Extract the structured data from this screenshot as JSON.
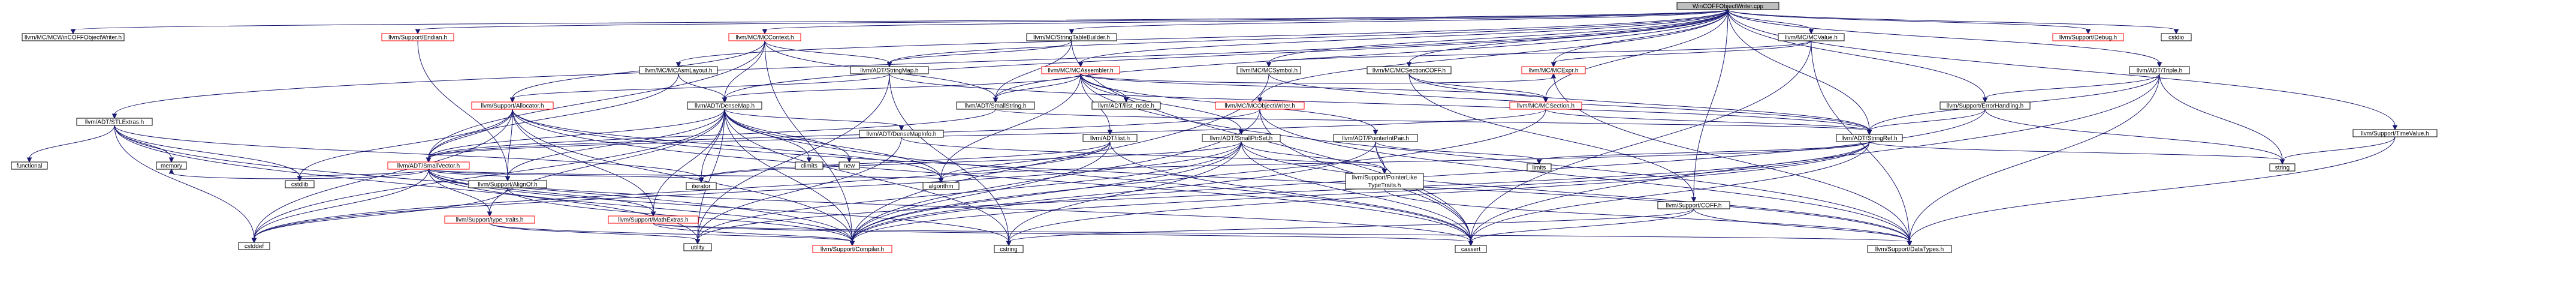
{
  "diagram": {
    "title": "WinCOFFObjectWriter.cpp",
    "colors": {
      "edge": "#191970",
      "normal_border": "#000000",
      "link_missing_border": "#ff0000",
      "root_fill": "#bfbfbf"
    },
    "nodes": [
      {
        "id": "root",
        "label": "WinCOFFObjectWriter.cpp",
        "style": "root"
      },
      {
        "id": "mcwin",
        "label": "llvm/MC/MCWinCOFFObjectWriter.h",
        "style": "normal"
      },
      {
        "id": "endian",
        "label": "llvm/Support/Endian.h",
        "style": "red"
      },
      {
        "id": "mccontext",
        "label": "llvm/MC/MCContext.h",
        "style": "red"
      },
      {
        "id": "strtab",
        "label": "llvm/MC/StringTableBuilder.h",
        "style": "normal"
      },
      {
        "id": "mcvalue",
        "label": "llvm/MC/MCValue.h",
        "style": "normal"
      },
      {
        "id": "debug",
        "label": "llvm/Support/Debug.h",
        "style": "red"
      },
      {
        "id": "cstdio",
        "label": "cstdio",
        "style": "normal"
      },
      {
        "id": "stlextras",
        "label": "llvm/ADT/STLExtras.h",
        "style": "normal"
      },
      {
        "id": "asmlayout",
        "label": "llvm/MC/MCAsmLayout.h",
        "style": "normal"
      },
      {
        "id": "stringmap",
        "label": "llvm/ADT/StringMap.h",
        "style": "normal"
      },
      {
        "id": "mcassembler",
        "label": "llvm/MC/MCAssembler.h",
        "style": "red"
      },
      {
        "id": "mcsymbol",
        "label": "llvm/MC/MCSymbol.h",
        "style": "normal"
      },
      {
        "id": "mcsectioncoff",
        "label": "llvm/MC/MCSectionCOFF.h",
        "style": "normal"
      },
      {
        "id": "mcexpr",
        "label": "llvm/MC/MCExpr.h",
        "style": "red"
      },
      {
        "id": "triple",
        "label": "llvm/ADT/Triple.h",
        "style": "normal"
      },
      {
        "id": "allocator",
        "label": "llvm/Support/Allocator.h",
        "style": "red"
      },
      {
        "id": "densemap",
        "label": "llvm/ADT/DenseMap.h",
        "style": "normal"
      },
      {
        "id": "smallstring",
        "label": "llvm/ADT/SmallString.h",
        "style": "normal"
      },
      {
        "id": "ilistnode",
        "label": "llvm/ADT/ilist_node.h",
        "style": "normal"
      },
      {
        "id": "mcobjwriter",
        "label": "llvm/MC/MCObjectWriter.h",
        "style": "red"
      },
      {
        "id": "mcsection",
        "label": "llvm/MC/MCSection.h",
        "style": "red"
      },
      {
        "id": "errorhandling",
        "label": "llvm/Support/ErrorHandling.h",
        "style": "normal"
      },
      {
        "id": "functional",
        "label": "functional",
        "style": "normal"
      },
      {
        "id": "smallvector",
        "label": "llvm/ADT/SmallVector.h",
        "style": "red"
      },
      {
        "id": "memory",
        "label": "memory",
        "style": "normal"
      },
      {
        "id": "cstdlib",
        "label": "cstdlib",
        "style": "normal"
      },
      {
        "id": "alignof",
        "label": "llvm/Support/AlignOf.h",
        "style": "normal"
      },
      {
        "id": "climits",
        "label": "climits",
        "style": "normal"
      },
      {
        "id": "new",
        "label": "new",
        "style": "normal"
      },
      {
        "id": "densemapinfo",
        "label": "llvm/ADT/DenseMapInfo.h",
        "style": "normal"
      },
      {
        "id": "ilist",
        "label": "llvm/ADT/ilist.h",
        "style": "normal"
      },
      {
        "id": "smallptrset",
        "label": "llvm/ADT/SmallPtrSet.h",
        "style": "normal"
      },
      {
        "id": "pointerintpair",
        "label": "llvm/ADT/PointerIntPair.h",
        "style": "normal"
      },
      {
        "id": "stringref",
        "label": "llvm/ADT/StringRef.h",
        "style": "normal"
      },
      {
        "id": "timevalue",
        "label": "llvm/Support/TimeValue.h",
        "style": "normal"
      },
      {
        "id": "typetraits",
        "label": "llvm/Support/type_traits.h",
        "style": "red"
      },
      {
        "id": "mathextras",
        "label": "llvm/Support/MathExtras.h",
        "style": "red"
      },
      {
        "id": "iterator",
        "label": "iterator",
        "style": "normal"
      },
      {
        "id": "algorithm",
        "label": "algorithm",
        "style": "normal"
      },
      {
        "id": "pointerliketypetraits",
        "label": "llvm/Support/PointerLike\nTypeTraits.h",
        "style": "normal"
      },
      {
        "id": "limits",
        "label": "limits",
        "style": "normal"
      },
      {
        "id": "string",
        "label": "string",
        "style": "normal"
      },
      {
        "id": "supportcoff",
        "label": "llvm/Support/COFF.h",
        "style": "normal"
      },
      {
        "id": "cstddef",
        "label": "cstddef",
        "style": "normal"
      },
      {
        "id": "utility",
        "label": "utility",
        "style": "normal"
      },
      {
        "id": "compiler",
        "label": "llvm/Support/Compiler.h",
        "style": "red"
      },
      {
        "id": "cstring",
        "label": "cstring",
        "style": "normal"
      },
      {
        "id": "cassert",
        "label": "cassert",
        "style": "normal"
      },
      {
        "id": "datatypes",
        "label": "llvm/Support/DataTypes.h",
        "style": "normal"
      }
    ],
    "edges": [
      [
        "root",
        "mcwin"
      ],
      [
        "root",
        "endian"
      ],
      [
        "root",
        "mccontext"
      ],
      [
        "root",
        "strtab"
      ],
      [
        "root",
        "mcvalue"
      ],
      [
        "root",
        "debug"
      ],
      [
        "root",
        "cstdio"
      ],
      [
        "root",
        "stlextras"
      ],
      [
        "root",
        "asmlayout"
      ],
      [
        "root",
        "stringmap"
      ],
      [
        "root",
        "mcassembler"
      ],
      [
        "root",
        "mcsymbol"
      ],
      [
        "root",
        "mcsectioncoff"
      ],
      [
        "root",
        "mcexpr"
      ],
      [
        "root",
        "triple"
      ],
      [
        "root",
        "densemap"
      ],
      [
        "root",
        "smallstring"
      ],
      [
        "root",
        "mcobjwriter"
      ],
      [
        "root",
        "mcsection"
      ],
      [
        "root",
        "errorhandling"
      ],
      [
        "root",
        "timevalue"
      ],
      [
        "root",
        "supportcoff"
      ],
      [
        "root",
        "stringref"
      ],
      [
        "endian",
        "alignof"
      ],
      [
        "mccontext",
        "stringmap"
      ],
      [
        "mccontext",
        "smallstring"
      ],
      [
        "mccontext",
        "allocator"
      ],
      [
        "mccontext",
        "densemap"
      ],
      [
        "mccontext",
        "smallvector"
      ],
      [
        "mccontext",
        "compiler"
      ],
      [
        "strtab",
        "stringmap"
      ],
      [
        "strtab",
        "smallstring"
      ],
      [
        "strtab",
        "cassert"
      ],
      [
        "mcvalue",
        "mcsymbol"
      ],
      [
        "mcvalue",
        "mcexpr"
      ],
      [
        "mcvalue",
        "datatypes"
      ],
      [
        "mcvalue",
        "cassert"
      ],
      [
        "stlextras",
        "functional"
      ],
      [
        "stlextras",
        "memory"
      ],
      [
        "stlextras",
        "cstdlib"
      ],
      [
        "stlextras",
        "cstddef"
      ],
      [
        "stlextras",
        "utility"
      ],
      [
        "stlextras",
        "compiler"
      ],
      [
        "stlextras",
        "iterator"
      ],
      [
        "asmlayout",
        "densemap"
      ],
      [
        "asmlayout",
        "smallvector"
      ],
      [
        "stringmap",
        "stringref"
      ],
      [
        "stringmap",
        "allocator"
      ],
      [
        "stringmap",
        "cstring"
      ],
      [
        "stringmap",
        "utility"
      ],
      [
        "mcassembler",
        "densemap"
      ],
      [
        "mcassembler",
        "smallstring"
      ],
      [
        "mcassembler",
        "ilistnode"
      ],
      [
        "mcassembler",
        "ilist"
      ],
      [
        "mcassembler",
        "smallptrset"
      ],
      [
        "mcassembler",
        "pointerintpair"
      ],
      [
        "mcassembler",
        "mcexpr"
      ],
      [
        "mcassembler",
        "mcsection"
      ],
      [
        "mcassembler",
        "datatypes"
      ],
      [
        "mcassembler",
        "algorithm"
      ],
      [
        "mcsymbol",
        "stringref"
      ],
      [
        "mcsymbol",
        "compiler"
      ],
      [
        "mcsectioncoff",
        "mcsection"
      ],
      [
        "mcsectioncoff",
        "supportcoff"
      ],
      [
        "mcsectioncoff",
        "stringref"
      ],
      [
        "mcexpr",
        "datatypes"
      ],
      [
        "triple",
        "stringref"
      ],
      [
        "triple",
        "errorhandling"
      ],
      [
        "triple",
        "string"
      ],
      [
        "triple",
        "cassert"
      ],
      [
        "triple",
        "datatypes"
      ],
      [
        "allocator",
        "smallvector"
      ],
      [
        "allocator",
        "alignof"
      ],
      [
        "allocator",
        "mathextras"
      ],
      [
        "allocator",
        "datatypes"
      ],
      [
        "allocator",
        "algorithm"
      ],
      [
        "allocator",
        "cassert"
      ],
      [
        "allocator",
        "cstddef"
      ],
      [
        "allocator",
        "cstdlib"
      ],
      [
        "allocator",
        "compiler"
      ],
      [
        "densemap",
        "smallvector"
      ],
      [
        "densemap",
        "densemapinfo"
      ],
      [
        "densemap",
        "alignof"
      ],
      [
        "densemap",
        "typetraits"
      ],
      [
        "densemap",
        "mathextras"
      ],
      [
        "densemap",
        "compiler"
      ],
      [
        "densemap",
        "climits"
      ],
      [
        "densemap",
        "new"
      ],
      [
        "densemap",
        "iterator"
      ],
      [
        "densemap",
        "algorithm"
      ],
      [
        "densemap",
        "cassert"
      ],
      [
        "densemap",
        "cstddef"
      ],
      [
        "densemap",
        "utility"
      ],
      [
        "densemap",
        "cstring"
      ],
      [
        "smallstring",
        "smallvector"
      ],
      [
        "smallstring",
        "stringref"
      ],
      [
        "mcobjwriter",
        "smallvector"
      ],
      [
        "mcobjwriter",
        "datatypes"
      ],
      [
        "mcobjwriter",
        "cassert"
      ],
      [
        "mcobjwriter",
        "compiler"
      ],
      [
        "mcsection",
        "stringref"
      ],
      [
        "mcsection",
        "smallvector"
      ],
      [
        "mcsection",
        "compiler"
      ],
      [
        "errorhandling",
        "stringref"
      ],
      [
        "errorhandling",
        "compiler"
      ],
      [
        "errorhandling",
        "string"
      ],
      [
        "smallvector",
        "alignof"
      ],
      [
        "smallvector",
        "mathextras"
      ],
      [
        "smallvector",
        "typetraits"
      ],
      [
        "smallvector",
        "algorithm"
      ],
      [
        "smallvector",
        "cassert"
      ],
      [
        "smallvector",
        "cstddef"
      ],
      [
        "smallvector",
        "cstdlib"
      ],
      [
        "smallvector",
        "cstring"
      ],
      [
        "smallvector",
        "iterator"
      ],
      [
        "smallvector",
        "memory"
      ],
      [
        "smallvector",
        "compiler"
      ],
      [
        "alignof",
        "cstddef"
      ],
      [
        "alignof",
        "compiler"
      ],
      [
        "densemapinfo",
        "pointerliketypetraits"
      ],
      [
        "densemapinfo",
        "utility"
      ],
      [
        "ilist",
        "iterator"
      ],
      [
        "ilist",
        "algorithm"
      ],
      [
        "ilist",
        "cassert"
      ],
      [
        "ilist",
        "cstddef"
      ],
      [
        "ilist",
        "compiler"
      ],
      [
        "smallptrset",
        "pointerliketypetraits"
      ],
      [
        "smallptrset",
        "datatypes"
      ],
      [
        "smallptrset",
        "compiler"
      ],
      [
        "smallptrset",
        "cassert"
      ],
      [
        "smallptrset",
        "cstring"
      ],
      [
        "smallptrset",
        "cstddef"
      ],
      [
        "smallptrset",
        "iterator"
      ],
      [
        "smallptrset",
        "utility"
      ],
      [
        "pointerintpair",
        "pointerliketypetraits"
      ],
      [
        "pointerintpair",
        "compiler"
      ],
      [
        "pointerintpair",
        "cassert"
      ],
      [
        "pointerintpair",
        "limits"
      ],
      [
        "stringref",
        "algorithm"
      ],
      [
        "stringref",
        "cassert"
      ],
      [
        "stringref",
        "cstring"
      ],
      [
        "stringref",
        "limits"
      ],
      [
        "stringref",
        "string"
      ],
      [
        "stringref",
        "utility"
      ],
      [
        "stringref",
        "compiler"
      ],
      [
        "timevalue",
        "datatypes"
      ],
      [
        "timevalue",
        "string"
      ],
      [
        "typetraits",
        "utility"
      ],
      [
        "typetraits",
        "compiler"
      ],
      [
        "mathextras",
        "datatypes"
      ],
      [
        "mathextras",
        "compiler"
      ],
      [
        "mathextras",
        "cassert"
      ],
      [
        "pointerliketypetraits",
        "datatypes"
      ],
      [
        "supportcoff",
        "datatypes"
      ],
      [
        "supportcoff",
        "cassert"
      ],
      [
        "supportcoff",
        "cstring"
      ]
    ]
  }
}
